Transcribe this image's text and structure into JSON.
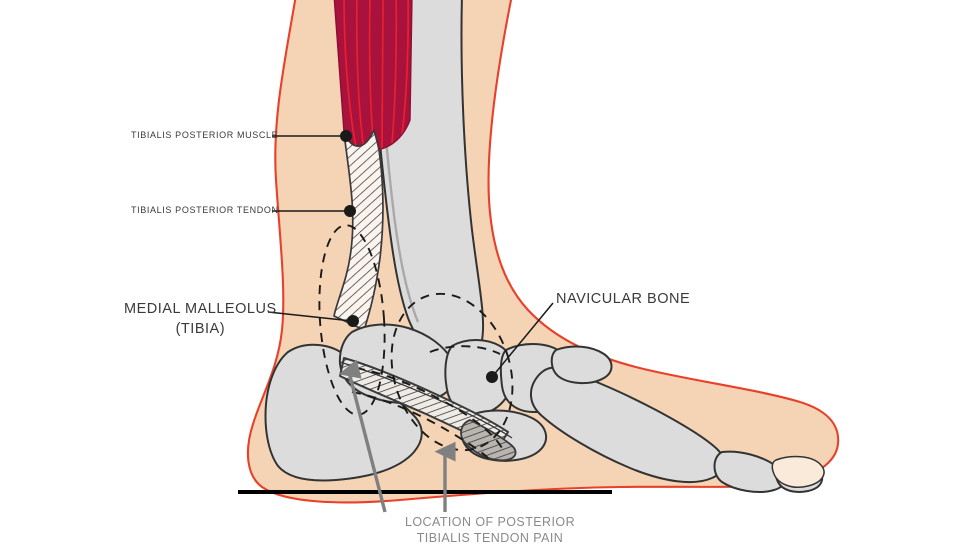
{
  "figure": {
    "title": "Posterior tibialis tendon anatomy of the medial ankle and foot",
    "view": "medial view of right lower leg and foot",
    "labels": {
      "tibialis_posterior_muscle": "TIBIALIS POSTERIOR MUSCLE",
      "tibialis_posterior_tendon": "TIBIALIS POSTERIOR TENDON",
      "medial_malleolus_line1": "MEDIAL MALLEOLUS",
      "medial_malleolus_line2": "(TIBIA)",
      "navicular_bone": "NAVICULAR BONE",
      "pain_caption_line1": "LOCATION OF POSTERIOR",
      "pain_caption_line2": "TIBIALIS TENDON PAIN"
    },
    "colors": {
      "background": "#ffffff",
      "skin_fill": "#f4d4b4",
      "skin_outline": "#e8402a",
      "bone_fill": "#dcdcdc",
      "bone_outline": "#333333",
      "muscle_fill": "#a8123c",
      "muscle_striation": "#e8212f",
      "tendon_hatch_fill": "#fbf4ee",
      "tendon_hatch_line": "#3a3a3a",
      "label_text": "#3a3a3a",
      "caption_text": "#8a8a8a",
      "leader_line": "#1a1a1a",
      "arrow_gray": "#808080",
      "ground_line": "#000000"
    }
  }
}
